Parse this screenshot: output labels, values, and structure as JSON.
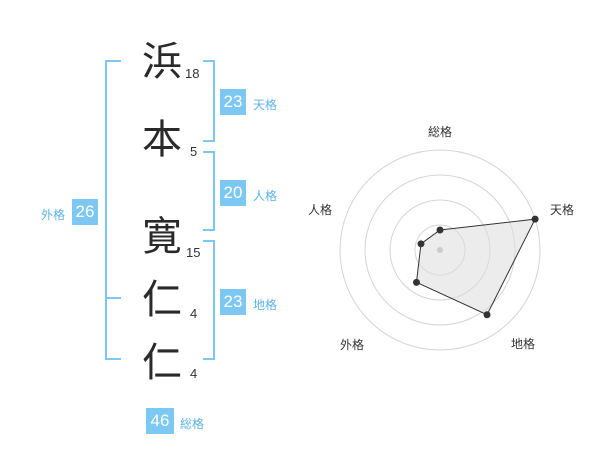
{
  "name": {
    "characters": [
      {
        "char": "浜",
        "strokes": "18"
      },
      {
        "char": "本",
        "strokes": "5"
      },
      {
        "char": "寛",
        "strokes": "15"
      },
      {
        "char": "仁",
        "strokes": "4"
      },
      {
        "char": "仁",
        "strokes": "4"
      }
    ]
  },
  "scores": {
    "tenkaku": {
      "value": "23",
      "label": "天格"
    },
    "jinkaku": {
      "value": "20",
      "label": "人格"
    },
    "chikaku": {
      "value": "23",
      "label": "地格"
    },
    "gaikaku": {
      "value": "26",
      "label": "外格"
    },
    "soukaku": {
      "value": "46",
      "label": "総格"
    }
  },
  "colors": {
    "accent": "#7cc8f2",
    "accent_text": "#5db2e8",
    "kanji": "#2a2a2a"
  },
  "chart_data": {
    "type": "radar",
    "axes": [
      "総格",
      "天格",
      "地格",
      "外格",
      "人格"
    ],
    "max": 5,
    "values": [
      1,
      5,
      4,
      2,
      1
    ],
    "rings": 4
  }
}
